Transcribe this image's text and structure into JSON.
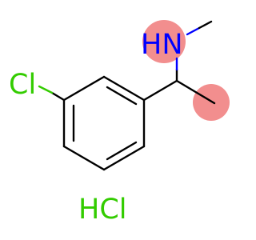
{
  "molecule": {
    "atoms": {
      "chlorine": "Cl",
      "amine": "HN"
    },
    "salt": "HCl"
  },
  "colors": {
    "bond": "#000000",
    "chlorine": "#33cc00",
    "nitrogen": "#0000ff",
    "highlight": "#f28e8e"
  }
}
